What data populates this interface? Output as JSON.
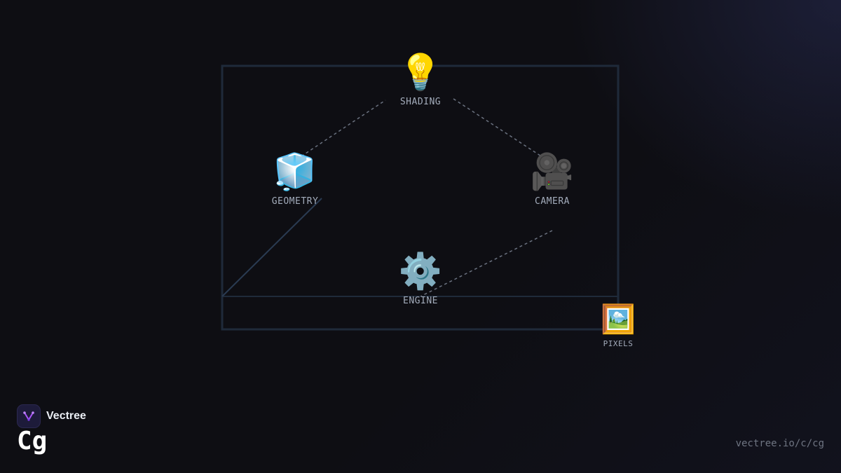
{
  "diagram": {
    "nodes": {
      "shading": {
        "label": "SHADING",
        "icon": "lightbulb-icon",
        "glyph": "💡"
      },
      "geometry": {
        "label": "GEOMETRY",
        "icon": "ice-cube-icon",
        "glyph": "🧊"
      },
      "camera": {
        "label": "CAMERA",
        "icon": "video-camera-icon",
        "glyph": "🎥"
      },
      "engine": {
        "label": "ENGINE",
        "icon": "gear-icon",
        "glyph": "⚙️"
      },
      "pixels": {
        "label": "PIXELS",
        "icon": "framed-picture-icon",
        "glyph": "🖼️"
      }
    },
    "colors": {
      "frame": "#1f2a3a",
      "connector_dashed": "#6b7280",
      "connector_solid": "#2a3b52"
    }
  },
  "brand": {
    "name": "Vectree",
    "code": "Cg",
    "url": "vectree.io/c/cg",
    "accent": "#a855f7"
  }
}
